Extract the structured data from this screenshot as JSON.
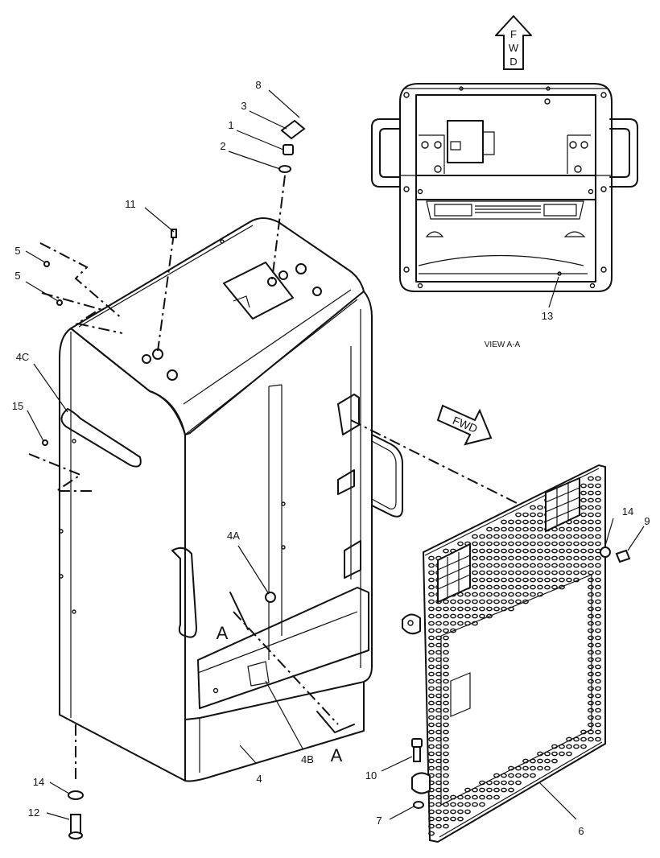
{
  "callouts": [
    {
      "id": "c8",
      "text": "8"
    },
    {
      "id": "c3",
      "text": "3"
    },
    {
      "id": "c1",
      "text": "1"
    },
    {
      "id": "c2",
      "text": "2"
    },
    {
      "id": "c11",
      "text": "11"
    },
    {
      "id": "c5a",
      "text": "5"
    },
    {
      "id": "c5b",
      "text": "5"
    },
    {
      "id": "c4C",
      "text": "4C"
    },
    {
      "id": "c15",
      "text": "15"
    },
    {
      "id": "c4A",
      "text": "4A"
    },
    {
      "id": "c14a",
      "text": "14"
    },
    {
      "id": "c12",
      "text": "12"
    },
    {
      "id": "c4",
      "text": "4"
    },
    {
      "id": "c4B",
      "text": "4B"
    },
    {
      "id": "c10",
      "text": "10"
    },
    {
      "id": "c7",
      "text": "7"
    },
    {
      "id": "c6",
      "text": "6"
    },
    {
      "id": "c14b",
      "text": "14"
    },
    {
      "id": "c9",
      "text": "9"
    },
    {
      "id": "c13",
      "text": "13"
    }
  ],
  "section_marks": {
    "a_top": "A",
    "a_bottom": "A"
  },
  "view_label": "VIEW A-A",
  "fwd_top": {
    "letters": [
      "F",
      "W",
      "D"
    ]
  },
  "fwd_side": "FWD"
}
